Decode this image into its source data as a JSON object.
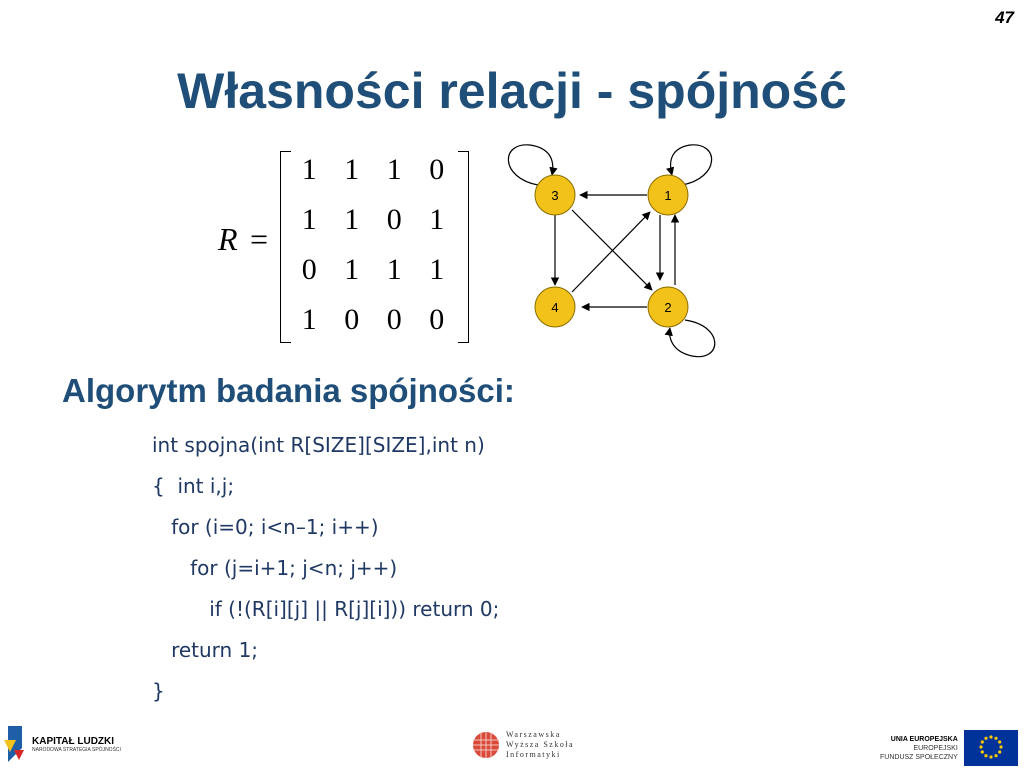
{
  "page_number": "47",
  "title": "Własności relacji - spójność",
  "matrix": {
    "label": "R",
    "equals": "=",
    "rows": [
      [
        "1",
        "1",
        "1",
        "0"
      ],
      [
        "1",
        "1",
        "0",
        "1"
      ],
      [
        "0",
        "1",
        "1",
        "1"
      ],
      [
        "1",
        "0",
        "0",
        "0"
      ]
    ]
  },
  "graph": {
    "nodes": [
      "1",
      "2",
      "3",
      "4"
    ],
    "node_color": "#f2c21b",
    "edges": [
      [
        "1",
        "1"
      ],
      [
        "1",
        "2"
      ],
      [
        "1",
        "3"
      ],
      [
        "2",
        "2"
      ],
      [
        "2",
        "1"
      ],
      [
        "2",
        "4"
      ],
      [
        "3",
        "3"
      ],
      [
        "3",
        "2"
      ],
      [
        "3",
        "4"
      ],
      [
        "4",
        "1"
      ]
    ]
  },
  "section_heading": "Algorytm badania spójności:",
  "code_lines": [
    "int spojna(int R[SIZE][SIZE],int n)",
    "{  int i,j;",
    "   for (i=0; i<n–1; i++)",
    "      for (j=i+1; j<n; j++)",
    "         if (!(R[i][j] || R[j][i])) return 0;",
    "   return 1;",
    "}"
  ],
  "footer": {
    "left": {
      "name": "KAPITAŁ LUDZKI",
      "subtitle": "NARODOWA STRATEGIA SPÓJNOŚCI"
    },
    "center": {
      "lines": [
        "Warszawska",
        "Wyższa Szkoła",
        "Informatyki"
      ]
    },
    "right": {
      "lines": [
        "UNIA EUROPEJSKA",
        "EUROPEJSKI",
        "FUNDUSZ SPOŁECZNY"
      ]
    }
  },
  "colors": {
    "title": "#1f4e79",
    "code": "#1f3864",
    "eu_flag": "#003399",
    "eu_stars": "#ffcc00"
  }
}
